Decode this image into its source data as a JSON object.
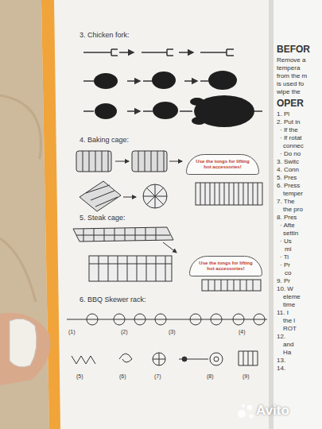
{
  "diagram": {
    "nodes": [
      {
        "text": [
          "Use the tongs for lifting hot accessories!"
        ]
      },
      {
        "text": [
          "Use the tongs for lifting hot accessories!"
        ]
      }
    ],
    "labels": [
      "3. Chicken fork:",
      "4. Baking cage:",
      "5. Steak cage:",
      "6. BBQ Skewer rack:",
      "(1)",
      "(2)",
      "(3)",
      "(4)",
      "(5)",
      "(6)",
      "(7)",
      "(8)",
      "(9)",
      "BEFOR",
      "Remove a",
      "tempera",
      "from the m",
      "is used fo",
      "wipe the",
      "OPER",
      "1. Pl",
      "2. Put in",
      "· If the",
      "· If rotat",
      "connec",
      "· Do no",
      "3. Switc",
      "4. Conn",
      "5. Pres",
      "6. Press",
      "temper",
      "7. The",
      "the pro",
      "8. Pres",
      "· Afte",
      "settin",
      "· Us",
      "mi",
      "· Ti",
      "· Pr",
      "co",
      "9. Pr",
      "10. W",
      "eleme",
      "time",
      "11. I",
      "the l",
      "ROT",
      "12.",
      "and",
      "Ha",
      "13.",
      "14.",
      "Avito"
    ]
  }
}
